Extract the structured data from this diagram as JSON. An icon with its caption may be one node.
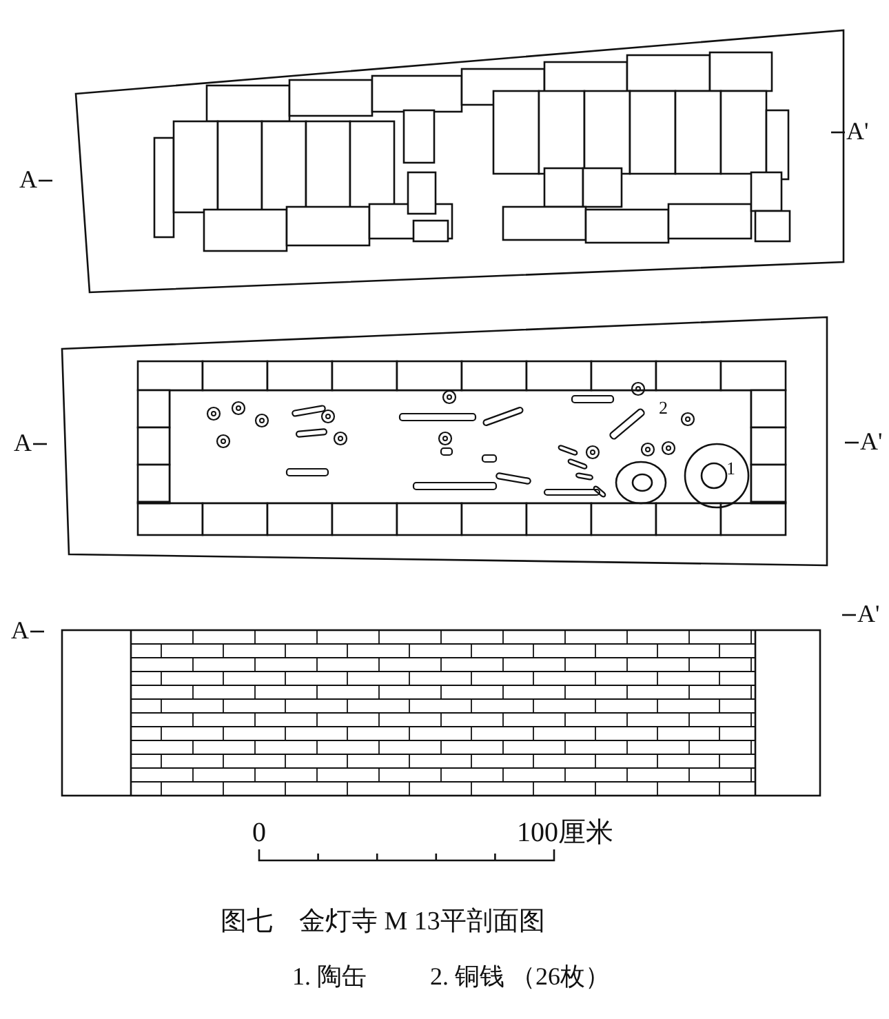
{
  "diagram": {
    "caption": "图七　金灯寺 M 13平剖面图",
    "labels": [
      "A'",
      "A",
      "A",
      "2",
      "A'",
      "1",
      "A'",
      "A",
      "0",
      "100厘米",
      "1. 陶缶",
      "2. 铜钱 （26枚）"
    ]
  }
}
